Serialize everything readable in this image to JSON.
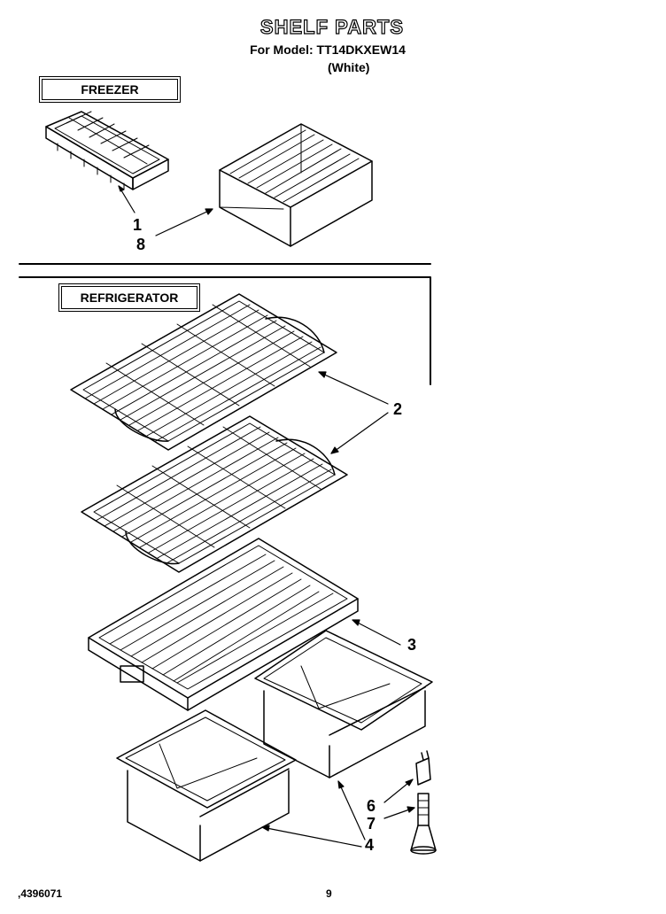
{
  "header": {
    "title": "SHELF PARTS",
    "model_line": "For Model: TT14DKXEW14",
    "color_line": "(White)"
  },
  "sections": {
    "freezer_label": "FREEZER",
    "refrigerator_label": "REFRIGERATOR"
  },
  "callouts": {
    "c1": "1",
    "c8": "8",
    "c2": "2",
    "c3": "3",
    "c6": "6",
    "c7": "7",
    "c4": "4"
  },
  "footer": {
    "doc_number": ",4396071",
    "page_number": "9"
  }
}
